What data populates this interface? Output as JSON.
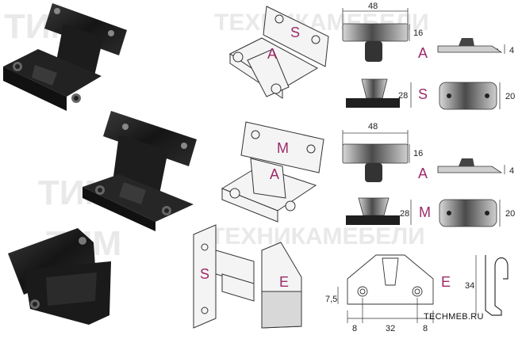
{
  "watermarks": {
    "logo_left": "ТИМ",
    "logo_top": "ТЕХНИКАМЕБЕЛИ",
    "logo_mid": "ТЕХНИКАМЕБЕЛИ"
  },
  "letters": {
    "a": "A",
    "s": "S",
    "m": "M",
    "e": "E"
  },
  "dims": {
    "w48_top": "48",
    "h16_top": "16",
    "t4_top": "4",
    "h28_top": "28",
    "w20_top": "20",
    "w48_mid": "48",
    "h16_mid": "16",
    "t4_mid": "4",
    "h28_mid": "28",
    "w20_mid": "20",
    "h7_5": "7,5",
    "w8_left": "8",
    "w32": "32",
    "w8_right": "8",
    "h34": "34"
  },
  "site": "TECHMEB.RU",
  "colors": {
    "accent": "#9c2a6a",
    "part_dark": "#1a1a1a"
  }
}
